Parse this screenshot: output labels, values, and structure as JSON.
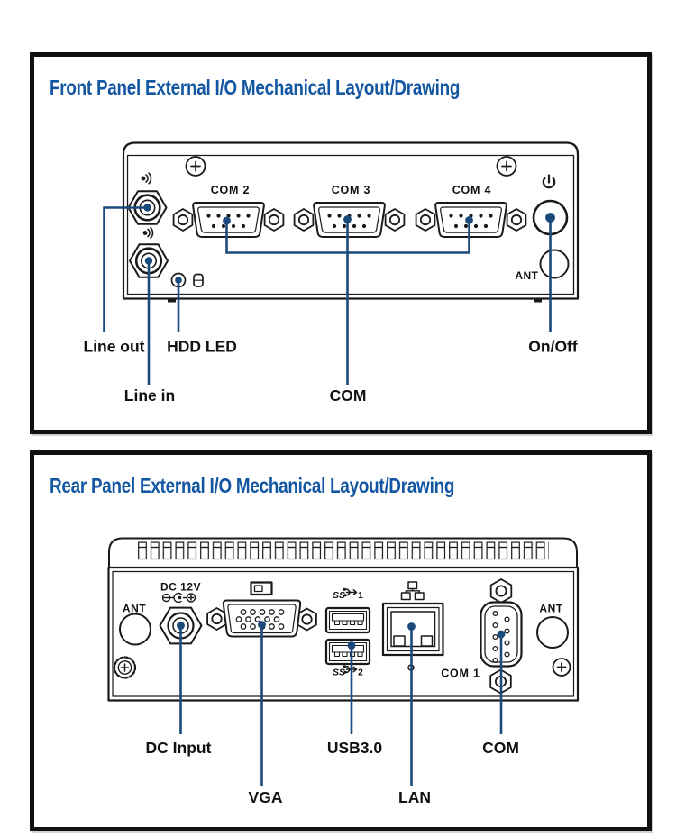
{
  "front_panel": {
    "title": "Front Panel External I/O Mechanical Layout/Drawing",
    "ports": {
      "com2": "COM 2",
      "com3": "COM 3",
      "com4": "COM 4",
      "ant": "ANT"
    },
    "callouts": {
      "line_out": "Line out",
      "line_in": "Line in",
      "hdd_led": "HDD LED",
      "com": "COM",
      "on_off": "On/Off"
    },
    "icons": {
      "power": "power-icon",
      "line_out": "line-out-audio-icon",
      "line_in": "line-in-audio-icon",
      "hdd": "hdd-disk-icon",
      "screw": "phillips-screw-icon"
    }
  },
  "rear_panel": {
    "title": "Rear Panel External I/O Mechanical Layout/Drawing",
    "ports": {
      "ant_left": "ANT",
      "ant_right": "ANT",
      "dc": "DC 12V",
      "usb1_ss": "SS",
      "usb1_num": "1",
      "usb2_ss": "SS",
      "usb2_num": "2",
      "com1": "COM 1"
    },
    "callouts": {
      "dc_input": "DC Input",
      "vga": "VGA",
      "usb": "USB3.0",
      "lan": "LAN",
      "com": "COM"
    },
    "icons": {
      "vga": "vga-monitor-icon",
      "lan": "lan-network-icon",
      "dc_polarity": "dc-polarity-icon",
      "usb_ss": "usb-superspeed-icon",
      "gear": "gear-screw-icon",
      "screw": "phillips-screw-icon"
    }
  },
  "colors": {
    "title_blue": "#1356a2",
    "callout_blue": "#1a4a7c",
    "ink": "#1a1a1a"
  }
}
